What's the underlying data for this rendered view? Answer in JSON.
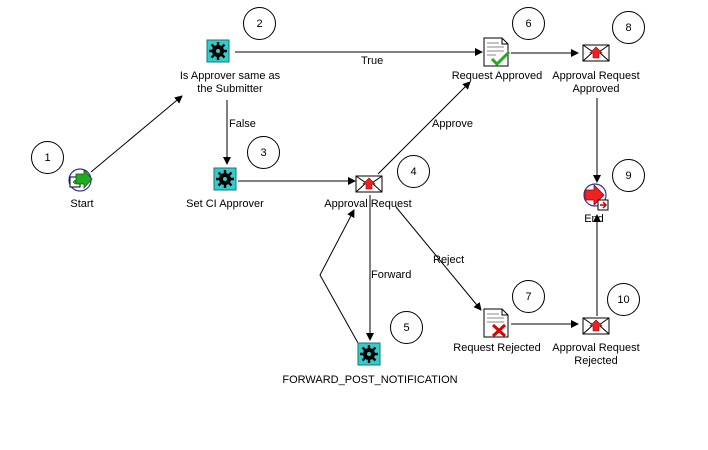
{
  "nodes": {
    "start": {
      "label": "Start"
    },
    "is_approver": {
      "label_line1": "Is Approver same as",
      "label_line2": "the Submitter"
    },
    "set_ci": {
      "label": "Set CI Approver"
    },
    "approval_request": {
      "label": "Approval Request"
    },
    "forward_post": {
      "label": "FORWARD_POST_NOTIFICATION"
    },
    "request_approved": {
      "label": "Request Approved"
    },
    "request_rejected": {
      "label": "Request Rejected"
    },
    "approval_approved": {
      "label_line1": "Approval Request",
      "label_line2": "Approved"
    },
    "approval_rejected": {
      "label_line1": "Approval Request",
      "label_line2": "Rejected"
    },
    "end": {
      "label": "End"
    }
  },
  "edges": {
    "true": "True",
    "false": "False",
    "approve": "Approve",
    "reject": "Reject",
    "forward": "Forward"
  },
  "step_numbers": {
    "n1": "1",
    "n2": "2",
    "n3": "3",
    "n4": "4",
    "n5": "5",
    "n6": "6",
    "n7": "7",
    "n8": "8",
    "n9": "9",
    "n10": "10"
  },
  "colors": {
    "function_bg": "#33cccc",
    "start_arrow": "#22aa22",
    "envelope_arrow": "#ee2222",
    "end_arrow": "#ee2222",
    "check": "#22aa22",
    "cross": "#dd0000"
  }
}
